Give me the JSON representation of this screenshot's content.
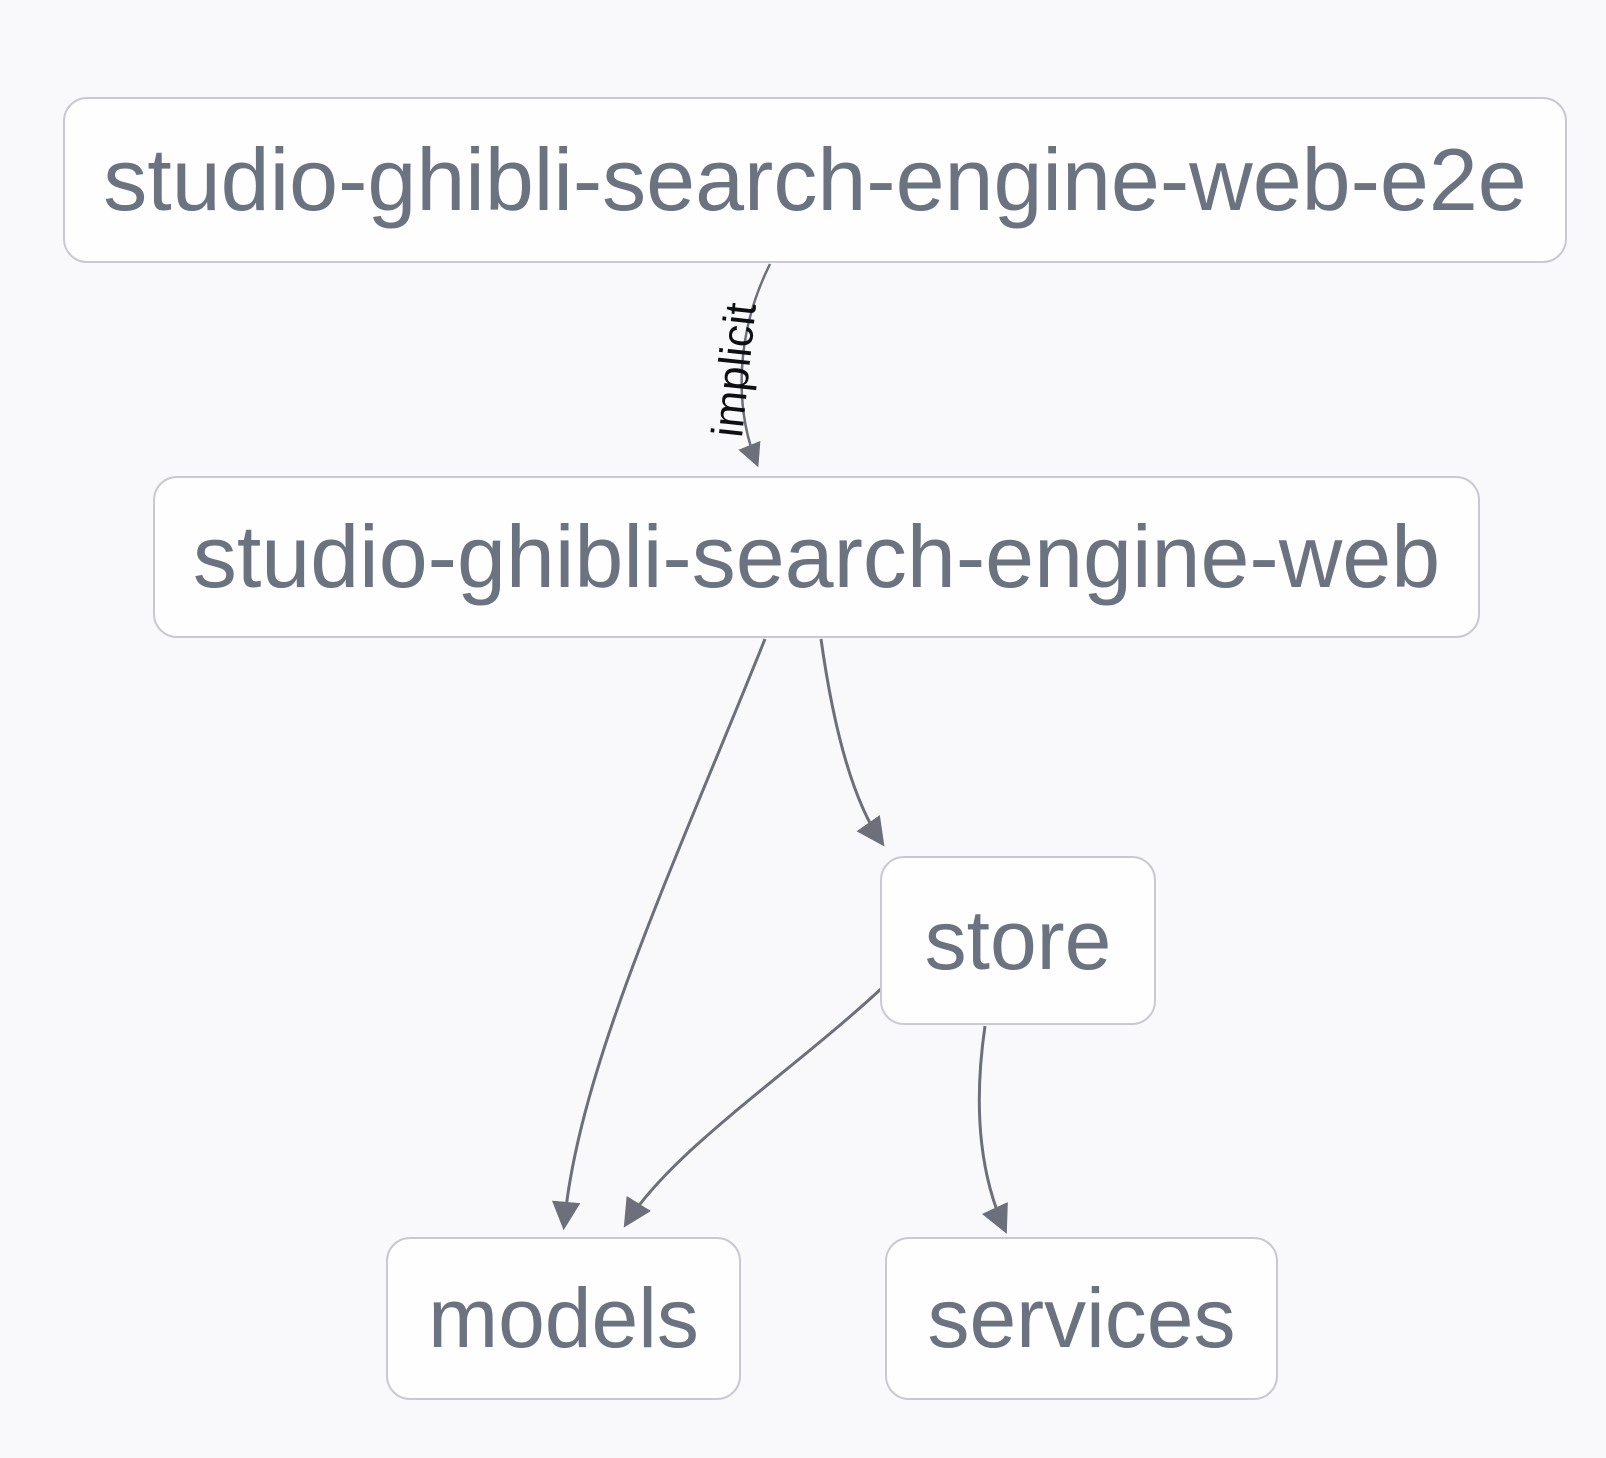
{
  "diagram": {
    "type": "dependency-graph",
    "colors": {
      "background": "#f9f9fb",
      "node_fill": "#fefefe",
      "node_border": "#c9cad1",
      "node_text": "#6b7280",
      "edge": "#6d707a",
      "edge_label": "#0e0f12"
    }
  },
  "nodes": [
    {
      "id": "e2e",
      "label": "studio-ghibli-search-engine-web-e2e"
    },
    {
      "id": "web",
      "label": "studio-ghibli-search-engine-web"
    },
    {
      "id": "store",
      "label": "store"
    },
    {
      "id": "models",
      "label": "models"
    },
    {
      "id": "services",
      "label": "services"
    }
  ],
  "edges": [
    {
      "from": "studio-ghibli-search-engine-web-e2e",
      "to": "studio-ghibli-search-engine-web",
      "label": "implicit"
    },
    {
      "from": "studio-ghibli-search-engine-web",
      "to": "store",
      "label": ""
    },
    {
      "from": "studio-ghibli-search-engine-web",
      "to": "models",
      "label": ""
    },
    {
      "from": "store",
      "to": "models",
      "label": ""
    },
    {
      "from": "store",
      "to": "services",
      "label": ""
    }
  ]
}
